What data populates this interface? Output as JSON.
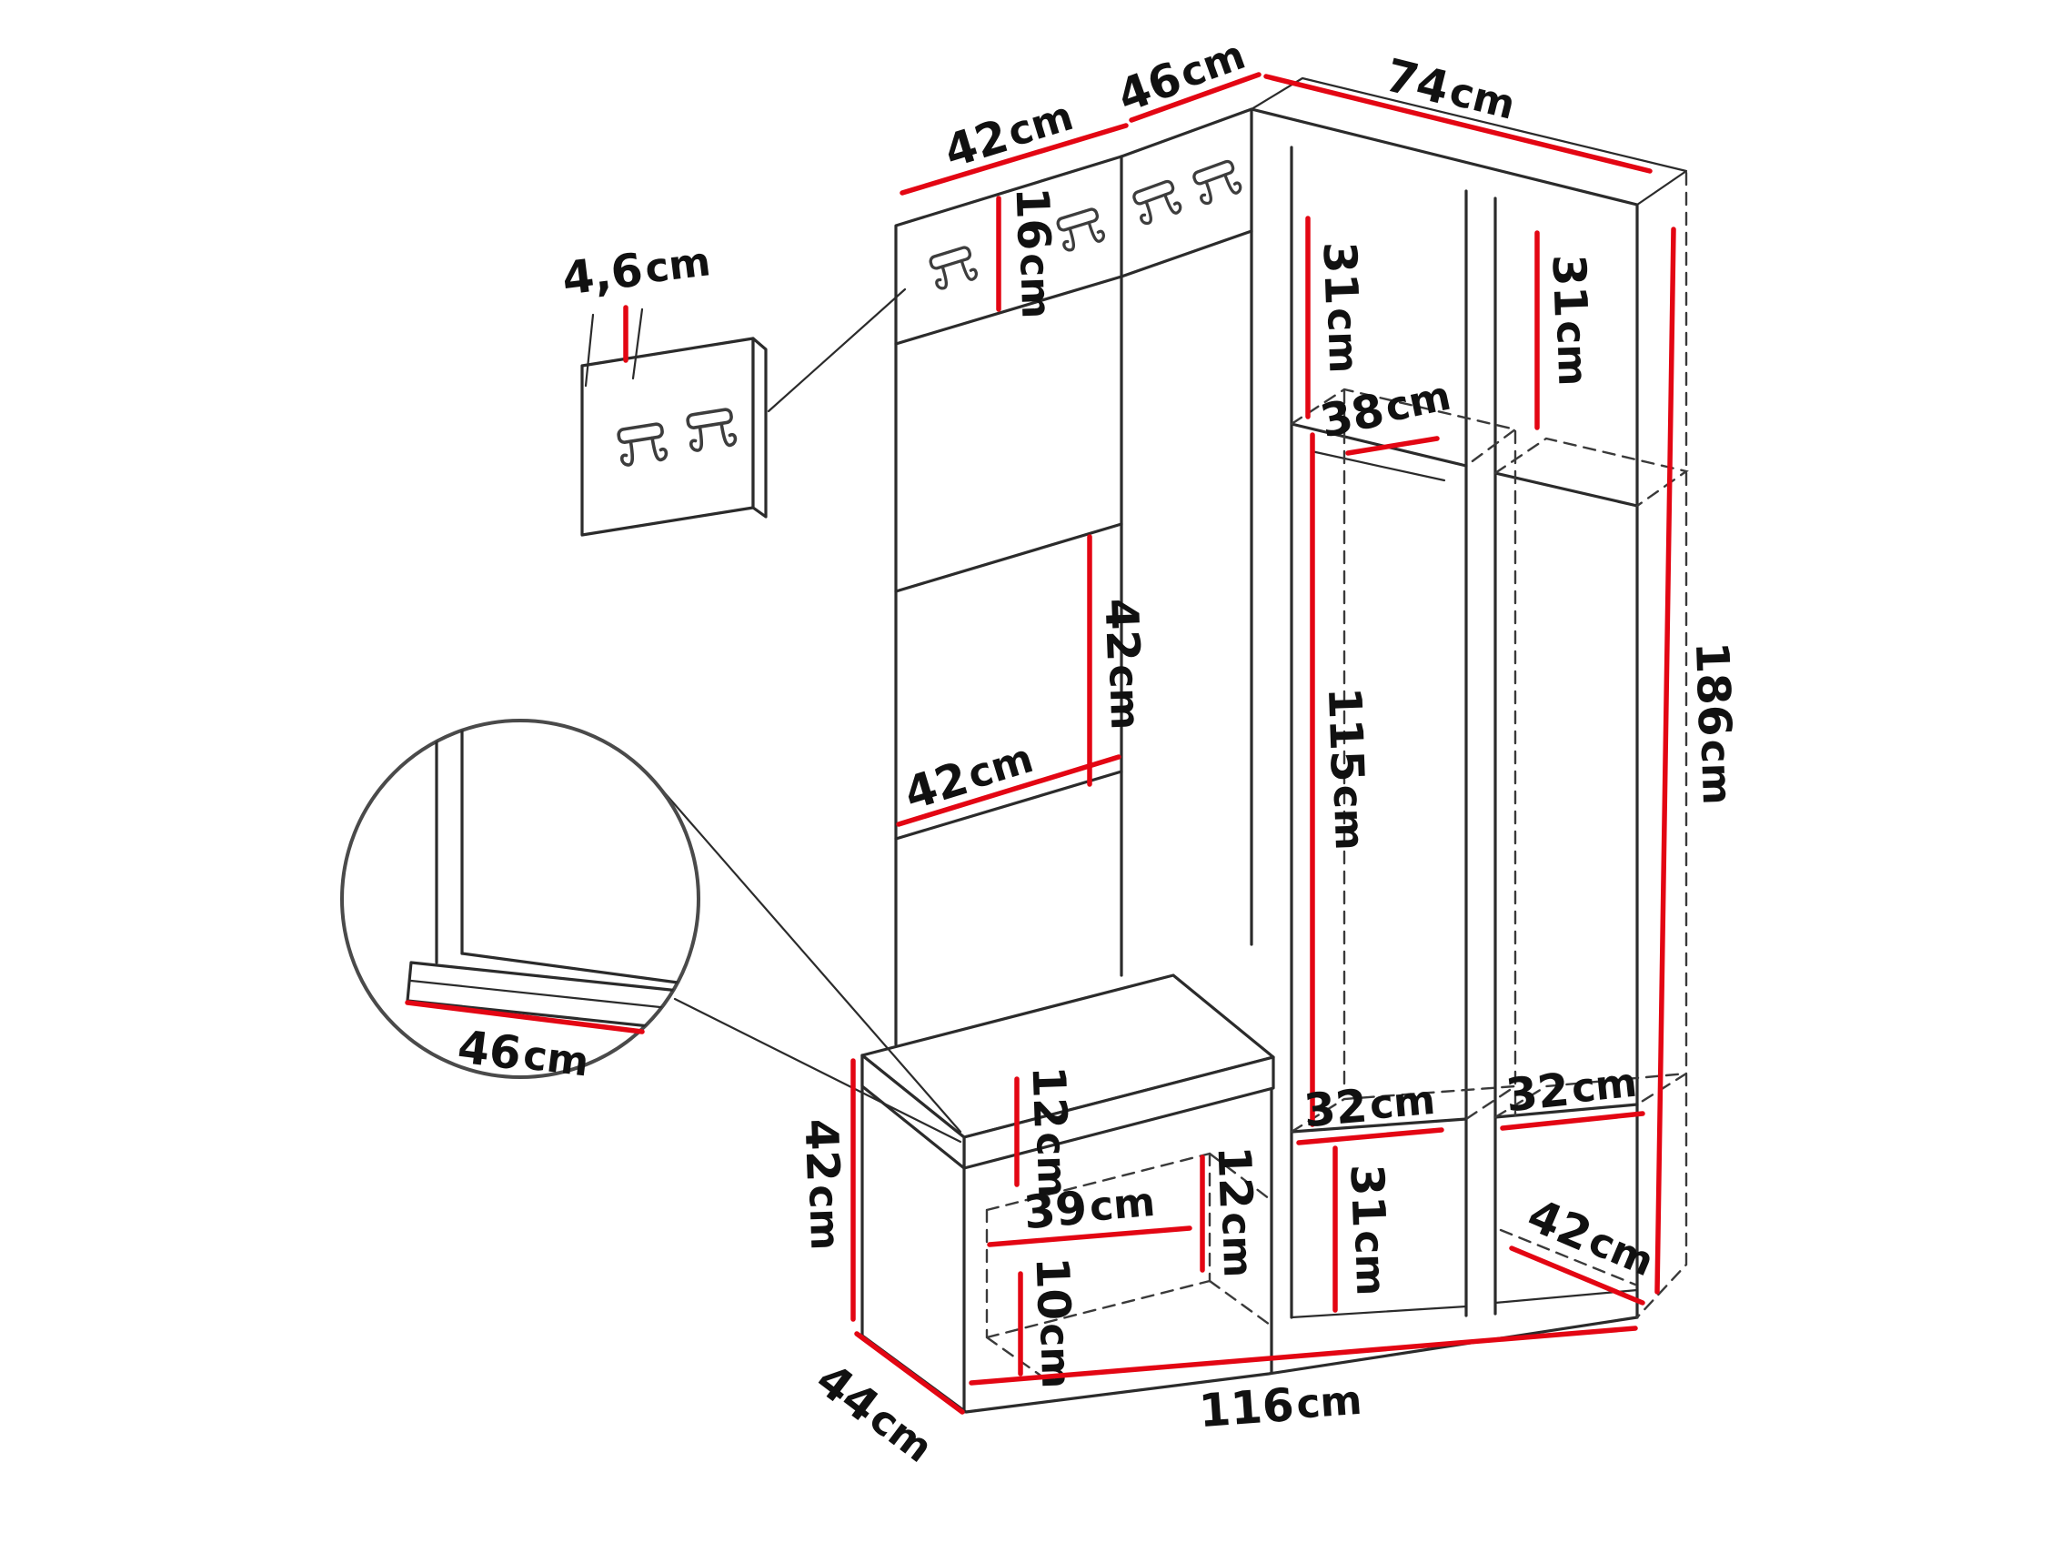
{
  "diagram": "hallway-furniture-set-dimensions",
  "colors": {
    "dimension_red": "#e30613",
    "outline": "#2b2b2b",
    "background": "#ffffff"
  },
  "dims": {
    "top_width_left": {
      "value": "42",
      "unit": "cm"
    },
    "top_width_corner": {
      "value": "46",
      "unit": "cm"
    },
    "top_width_right": {
      "value": "74",
      "unit": "cm"
    },
    "panel_thickness": {
      "value": "4,6",
      "unit": "cm"
    },
    "hook_strip_height": {
      "value": "16",
      "unit": "cm"
    },
    "top_shelf_left_height": {
      "value": "31",
      "unit": "cm"
    },
    "top_shelf_right_height": {
      "value": "31",
      "unit": "cm"
    },
    "rail_depth": {
      "value": "38",
      "unit": "cm"
    },
    "panel_square_height": {
      "value": "42",
      "unit": "cm"
    },
    "panel_square_width": {
      "value": "42",
      "unit": "cm"
    },
    "hanging_space_height": {
      "value": "115",
      "unit": "cm"
    },
    "total_height": {
      "value": "186",
      "unit": "cm"
    },
    "seat_depth_detail": {
      "value": "46",
      "unit": "cm"
    },
    "bench_height": {
      "value": "42",
      "unit": "cm"
    },
    "bench_top_height": {
      "value": "12",
      "unit": "cm"
    },
    "bench_inner_width": {
      "value": "39",
      "unit": "cm"
    },
    "bench_inner_height": {
      "value": "12",
      "unit": "cm"
    },
    "bench_bottom_height": {
      "value": "10",
      "unit": "cm"
    },
    "shoe_shelf_left_width": {
      "value": "32",
      "unit": "cm"
    },
    "shoe_shelf_right_width": {
      "value": "32",
      "unit": "cm"
    },
    "bottom_section_height": {
      "value": "31",
      "unit": "cm"
    },
    "right_side_depth": {
      "value": "42",
      "unit": "cm"
    },
    "total_width": {
      "value": "116",
      "unit": "cm"
    },
    "bench_depth": {
      "value": "44",
      "unit": "cm"
    }
  }
}
